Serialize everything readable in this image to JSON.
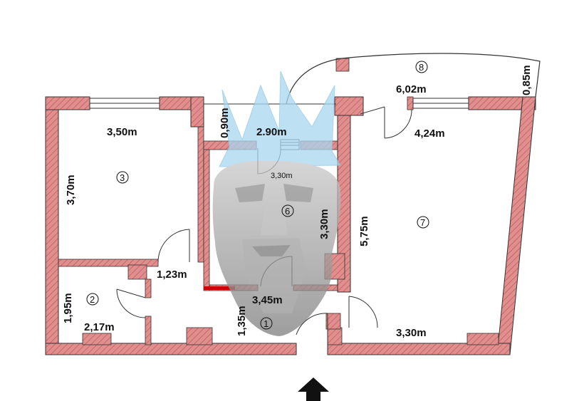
{
  "dimensions": {
    "room3_width": "3,50m",
    "room3_height": "3,70m",
    "corridor_width": "2.90m",
    "corridor_depth": "0,90m",
    "room6_width": "3,30m",
    "room6_height": "3,30m",
    "room7_top": "4,24m",
    "room7_bottom": "3,30m",
    "room7_height": "5,75m",
    "balcony_length": "6,02m",
    "balcony_depth": "0,85m",
    "hall_width": "1,23m",
    "hall_bottom": "3,45m",
    "hall_depth": "1,35m",
    "room2_width": "2,17m",
    "room2_height": "1,95m"
  },
  "rooms": [
    "1",
    "2",
    "3",
    "6",
    "7",
    "8"
  ],
  "colors": {
    "wall_fill": "#e08f8f",
    "wall_hatch": "#c25454",
    "crown": "#a9d6f0",
    "stone": "#8f8f8f",
    "accent": "#d00000"
  },
  "icons": {
    "entrance": "arrow-up-icon",
    "watermark": "crowned-head-icon"
  }
}
